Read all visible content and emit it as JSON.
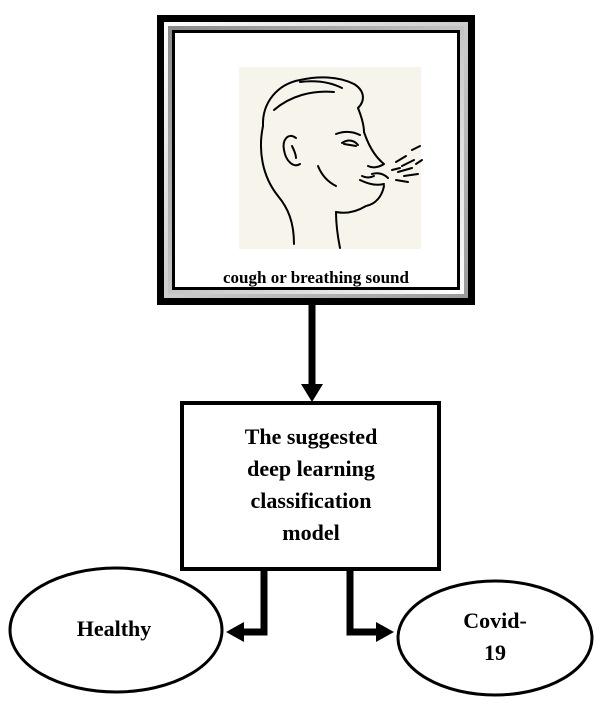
{
  "input_node": {
    "caption": "cough or breathing sound",
    "illustration": "person-coughing-icon"
  },
  "model_node": {
    "lines": [
      "The suggested",
      "deep learning",
      "classification",
      "model"
    ]
  },
  "outputs": {
    "healthy_label": "Healthy",
    "covid_lines": [
      "Covid-",
      "19"
    ]
  },
  "colors": {
    "stroke": "#000000",
    "background": "#ffffff",
    "illustration_bg": "#f7f4ec"
  }
}
